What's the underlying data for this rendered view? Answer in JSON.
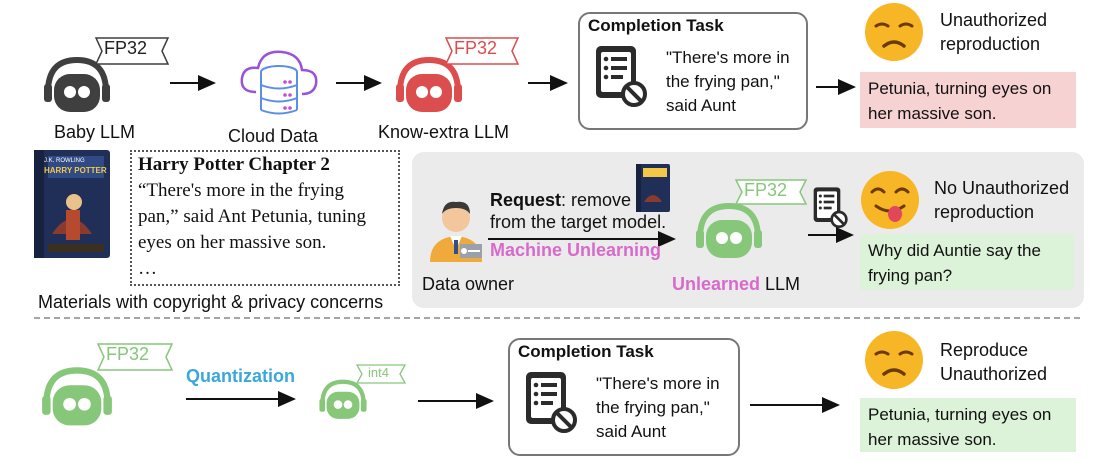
{
  "colors": {
    "baby": "#3f3f3f",
    "know_extra": "#dc4d4d",
    "unlearned": "#86c77a",
    "cloud": "#9a52d8",
    "quantization": "#3aa8dc",
    "machine_unlearning": "#d86acb",
    "red_output_bg": "#f6d2d2",
    "green_output_bg": "#dcf2d9",
    "panel_bg": "#ebebeb"
  },
  "top": {
    "baby_tag": "FP32",
    "baby_label": "Baby LLM",
    "cloud_label": "Cloud Data",
    "know_tag": "FP32",
    "know_label": "Know-extra LLM",
    "task_title": "Completion Task",
    "task_text_1": "\"There's more in",
    "task_text_2": "the frying pan,\"",
    "task_text_3": "said Aunt",
    "emoji_label_1": "Unauthorized",
    "emoji_label_2": "reproduction",
    "output_1": "Petunia, turning eyes on",
    "output_2": "her massive son."
  },
  "middle": {
    "book_author": "J.K. ROWLING",
    "book_title": "HARRY POTTER",
    "quote_title": "Harry Potter Chapter 2",
    "quote_1": "“There's more in the frying",
    "quote_2": "pan,” said Ant Petunia, tuning",
    "quote_3": "eyes on her massive son.",
    "quote_4": "…",
    "materials_label": "Materials with copyright & privacy concerns",
    "request_bold": "Request",
    "request_rest": ": remove",
    "request_line2": "from the target model.",
    "machine_unlearning": "Machine Unlearning",
    "owner_label": "Data owner",
    "unlearned_tag": "FP32",
    "unlearned_word": "Unlearned",
    "unlearned_llm": " LLM",
    "emoji_label_1": "No Unauthorized",
    "emoji_label_2": "reproduction",
    "output_1": "Why did Auntie say the",
    "output_2": "frying pan?"
  },
  "bottom": {
    "fp32_tag": "FP32",
    "quantization": "Quantization",
    "int4_tag": "int4",
    "task_title": "Completion Task",
    "task_text_1": "\"There's more in",
    "task_text_2": "the frying pan,\"",
    "task_text_3": "said Aunt",
    "emoji_label_1": "Reproduce",
    "emoji_label_2": "Unauthorized",
    "output_1": "Petunia, turning eyes on",
    "output_2": "her massive son."
  }
}
